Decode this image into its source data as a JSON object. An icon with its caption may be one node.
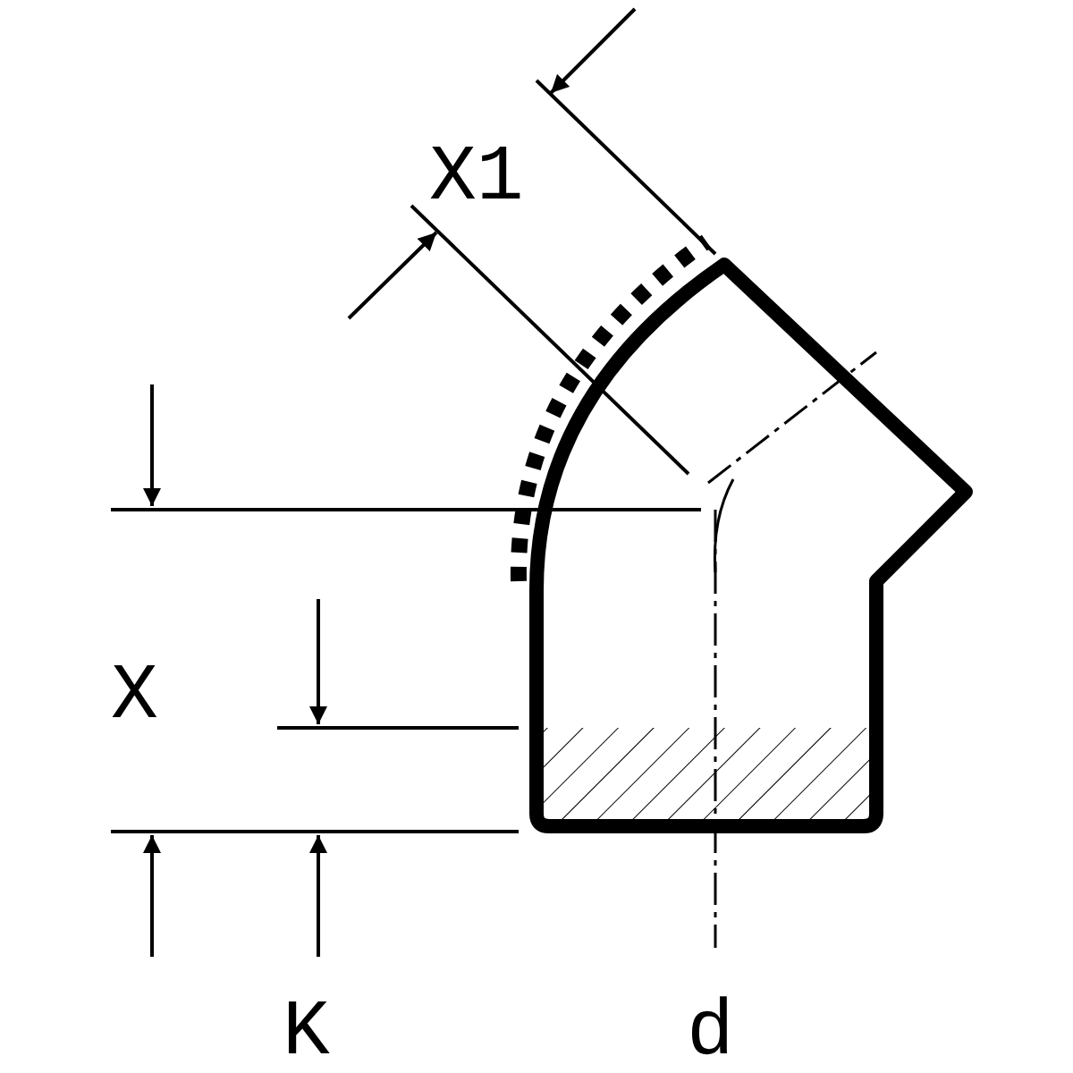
{
  "diagram": {
    "labels": [
      "X1",
      "X",
      "K",
      "d"
    ]
  }
}
